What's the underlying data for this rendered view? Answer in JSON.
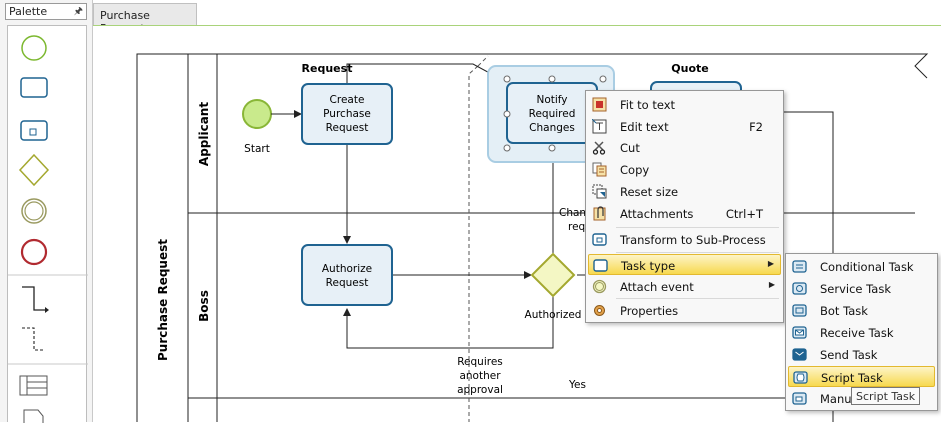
{
  "palette": {
    "title": "Palette",
    "pin_icon": "pin-icon",
    "tools": [
      "start-event-icon",
      "task-icon",
      "subprocess-icon",
      "gateway-icon",
      "intermediate-event-icon",
      "end-event-icon",
      "sequence-flow-icon",
      "message-flow-icon",
      "lane-icon",
      "data-object-icon"
    ]
  },
  "tabs": [
    {
      "label": "Purchase Request",
      "active": true
    }
  ],
  "diagram": {
    "pool_label": "Purchase Request",
    "lanes": [
      "Applicant",
      "Boss"
    ],
    "phases": [
      "Request",
      "Quote"
    ],
    "start_label": "Start",
    "tasks": {
      "create": "Create\nPurchase\nRequest",
      "notify": "Notify\nRequired\nChanges",
      "authorize": "Authorize\nRequest"
    },
    "gateway_label": "Authorized",
    "flow_labels": {
      "changes_partial": "Chan",
      "changes_partial2": "req",
      "requires": "Requires\nanother\napproval",
      "yes": "Yes"
    }
  },
  "context_menu": {
    "items": [
      {
        "label": "Fit to text",
        "shortcut": "",
        "icon": "fit-text-icon"
      },
      {
        "label": "Edit text",
        "shortcut": "F2",
        "icon": "edit-text-icon"
      },
      {
        "label": "Cut",
        "shortcut": "",
        "icon": "scissors-icon"
      },
      {
        "label": "Copy",
        "shortcut": "",
        "icon": "copy-icon"
      },
      {
        "label": "Reset size",
        "shortcut": "",
        "icon": "reset-size-icon"
      },
      {
        "label": "Attachments",
        "shortcut": "Ctrl+T",
        "icon": "attachment-icon"
      },
      {
        "label": "Transform to Sub-Process",
        "shortcut": "",
        "icon": "subprocess-icon"
      },
      {
        "label": "Task type",
        "shortcut": "",
        "icon": "task-type-icon",
        "submenu": true,
        "highlighted": true
      },
      {
        "label": "Attach event",
        "shortcut": "",
        "icon": "event-icon",
        "submenu": true
      },
      {
        "label": "Properties",
        "shortcut": "",
        "icon": "gear-icon"
      }
    ]
  },
  "task_type_menu": {
    "items": [
      {
        "label": "Conditional Task",
        "icon": "conditional-task-icon"
      },
      {
        "label": "Service Task",
        "icon": "service-task-icon"
      },
      {
        "label": "Bot Task",
        "icon": "bot-task-icon"
      },
      {
        "label": "Receive Task",
        "icon": "receive-task-icon"
      },
      {
        "label": "Send Task",
        "icon": "send-task-icon"
      },
      {
        "label": "Script Task",
        "icon": "script-task-icon",
        "highlighted": true
      },
      {
        "label": "Manual Task",
        "icon": "manual-task-icon"
      }
    ]
  },
  "tooltip": {
    "text": "Script Task"
  },
  "colors": {
    "task_border": "#1f6391",
    "task_fill": "#e7f0f7",
    "start_fill": "#c9ea8c",
    "start_border": "#89b637",
    "gateway_fill": "#f4f7c4",
    "gateway_border": "#a4a82f",
    "end_border": "#b12a30",
    "highlight": "#f7d94f"
  }
}
